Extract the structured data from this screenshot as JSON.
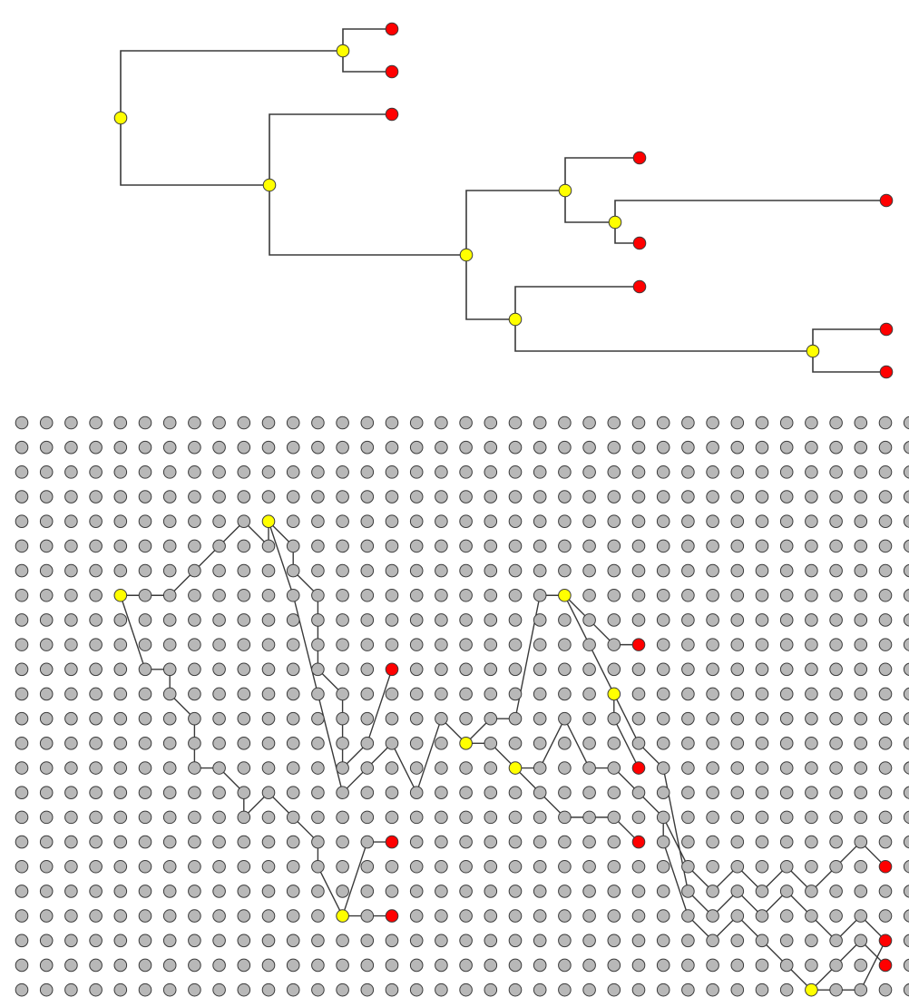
{
  "colors": {
    "background": "#ffffff",
    "edge": "#3a3a3a",
    "node_stroke": "#3a3a3a",
    "leaf_fill": "#ff0000",
    "internal_fill": "#ffff00",
    "grid_fill": "#b8b8b8"
  },
  "tree": {
    "nodes": [
      {
        "id": "root",
        "type": "internal"
      },
      {
        "id": "i_a",
        "type": "internal"
      },
      {
        "id": "l1",
        "type": "leaf"
      },
      {
        "id": "l2",
        "type": "leaf"
      },
      {
        "id": "i_b",
        "type": "internal"
      },
      {
        "id": "l3",
        "type": "leaf"
      },
      {
        "id": "i_c",
        "type": "internal"
      },
      {
        "id": "i_d",
        "type": "internal"
      },
      {
        "id": "l4",
        "type": "leaf"
      },
      {
        "id": "i_e",
        "type": "internal"
      },
      {
        "id": "l5",
        "type": "leaf"
      },
      {
        "id": "l6",
        "type": "leaf"
      },
      {
        "id": "i_f",
        "type": "internal"
      },
      {
        "id": "l7",
        "type": "leaf"
      },
      {
        "id": "i_g",
        "type": "internal"
      },
      {
        "id": "l8",
        "type": "leaf"
      },
      {
        "id": "l9",
        "type": "leaf"
      }
    ],
    "edges": [
      [
        "root",
        "i_a"
      ],
      [
        "root",
        "i_b"
      ],
      [
        "i_a",
        "l1"
      ],
      [
        "i_a",
        "l2"
      ],
      [
        "i_b",
        "l3"
      ],
      [
        "i_b",
        "i_c"
      ],
      [
        "i_c",
        "i_d"
      ],
      [
        "i_c",
        "i_f"
      ],
      [
        "i_d",
        "l4"
      ],
      [
        "i_d",
        "i_e"
      ],
      [
        "i_e",
        "l5"
      ],
      [
        "i_e",
        "l6"
      ],
      [
        "i_f",
        "l7"
      ],
      [
        "i_f",
        "i_g"
      ],
      [
        "i_g",
        "l8"
      ],
      [
        "i_g",
        "l9"
      ]
    ]
  },
  "grid": {
    "columns": 37,
    "rows": 23,
    "cells": [
      {
        "col": 4,
        "row": 7,
        "type": "internal"
      },
      {
        "col": 10,
        "row": 4,
        "type": "internal"
      },
      {
        "col": 15,
        "row": 10,
        "type": "leaf"
      },
      {
        "col": 13,
        "row": 20,
        "type": "internal"
      },
      {
        "col": 15,
        "row": 17,
        "type": "leaf"
      },
      {
        "col": 15,
        "row": 20,
        "type": "leaf"
      },
      {
        "col": 18,
        "row": 13,
        "type": "internal"
      },
      {
        "col": 20,
        "row": 14,
        "type": "internal"
      },
      {
        "col": 22,
        "row": 7,
        "type": "internal"
      },
      {
        "col": 24,
        "row": 11,
        "type": "internal"
      },
      {
        "col": 25,
        "row": 9,
        "type": "leaf"
      },
      {
        "col": 25,
        "row": 14,
        "type": "leaf"
      },
      {
        "col": 25,
        "row": 17,
        "type": "leaf"
      },
      {
        "col": 32,
        "row": 23,
        "type": "internal"
      },
      {
        "col": 35,
        "row": 18,
        "type": "leaf"
      },
      {
        "col": 35,
        "row": 21,
        "type": "leaf"
      },
      {
        "col": 35,
        "row": 22,
        "type": "leaf"
      }
    ],
    "paths": [
      [
        [
          4,
          7
        ],
        [
          5,
          7
        ],
        [
          6,
          7
        ],
        [
          7,
          6
        ],
        [
          8,
          5
        ],
        [
          9,
          4
        ],
        [
          10,
          5
        ],
        [
          10,
          4
        ]
      ],
      [
        [
          10,
          4
        ],
        [
          11,
          5
        ],
        [
          11,
          6
        ],
        [
          12,
          7
        ],
        [
          12,
          8
        ],
        [
          12,
          10
        ],
        [
          13,
          11
        ],
        [
          13,
          14
        ],
        [
          14,
          13
        ],
        [
          15,
          10
        ]
      ],
      [
        [
          4,
          7
        ],
        [
          5,
          10
        ],
        [
          6,
          10
        ],
        [
          6,
          11
        ],
        [
          7,
          12
        ],
        [
          7,
          14
        ],
        [
          8,
          14
        ],
        [
          9,
          15
        ],
        [
          9,
          16
        ],
        [
          10,
          15
        ],
        [
          11,
          16
        ],
        [
          12,
          17
        ],
        [
          12,
          18
        ],
        [
          13,
          20
        ]
      ],
      [
        [
          13,
          20
        ],
        [
          14,
          17
        ],
        [
          15,
          17
        ]
      ],
      [
        [
          13,
          20
        ],
        [
          14,
          20
        ],
        [
          15,
          20
        ]
      ],
      [
        [
          10,
          4
        ],
        [
          11,
          7
        ],
        [
          12,
          11
        ],
        [
          13,
          15
        ],
        [
          14,
          14
        ],
        [
          15,
          13
        ],
        [
          16,
          15
        ],
        [
          17,
          12
        ],
        [
          18,
          13
        ]
      ],
      [
        [
          18,
          13
        ],
        [
          19,
          12
        ],
        [
          20,
          12
        ],
        [
          21,
          7
        ],
        [
          22,
          7
        ]
      ],
      [
        [
          18,
          13
        ],
        [
          19,
          13
        ],
        [
          20,
          14
        ]
      ],
      [
        [
          20,
          14
        ],
        [
          21,
          14
        ],
        [
          22,
          12
        ],
        [
          23,
          14
        ],
        [
          24,
          14
        ],
        [
          25,
          15
        ],
        [
          26,
          16
        ],
        [
          26,
          17
        ]
      ],
      [
        [
          20,
          14
        ],
        [
          21,
          15
        ],
        [
          22,
          16
        ],
        [
          23,
          16
        ],
        [
          24,
          16
        ],
        [
          25,
          17
        ]
      ],
      [
        [
          22,
          7
        ],
        [
          23,
          8
        ],
        [
          24,
          9
        ],
        [
          25,
          9
        ]
      ],
      [
        [
          22,
          7
        ],
        [
          23,
          9
        ],
        [
          24,
          11
        ]
      ],
      [
        [
          24,
          11
        ],
        [
          24,
          12
        ],
        [
          25,
          14
        ]
      ],
      [
        [
          24,
          11
        ],
        [
          25,
          13
        ],
        [
          26,
          14
        ],
        [
          27,
          19
        ],
        [
          28,
          20
        ],
        [
          29,
          19
        ],
        [
          30,
          20
        ],
        [
          31,
          19
        ],
        [
          32,
          20
        ],
        [
          33,
          21
        ],
        [
          34,
          20
        ],
        [
          35,
          21
        ]
      ],
      [
        [
          26,
          17
        ],
        [
          27,
          20
        ],
        [
          28,
          21
        ],
        [
          29,
          20
        ],
        [
          30,
          21
        ],
        [
          31,
          22
        ],
        [
          32,
          23
        ]
      ],
      [
        [
          32,
          23
        ],
        [
          33,
          22
        ],
        [
          34,
          21
        ],
        [
          35,
          22
        ]
      ],
      [
        [
          32,
          23
        ],
        [
          33,
          23
        ],
        [
          34,
          23
        ],
        [
          35,
          21
        ]
      ],
      [
        [
          26,
          16
        ],
        [
          27,
          18
        ],
        [
          28,
          19
        ],
        [
          29,
          18
        ],
        [
          30,
          19
        ],
        [
          31,
          18
        ],
        [
          32,
          19
        ],
        [
          33,
          18
        ],
        [
          34,
          17
        ],
        [
          35,
          18
        ]
      ]
    ]
  }
}
